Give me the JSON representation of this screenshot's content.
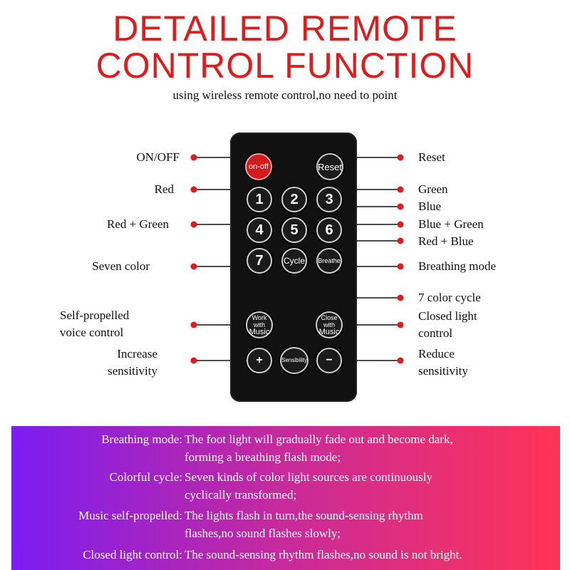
{
  "header": {
    "title_line1": "DETAILED REMOTE",
    "title_line2": "CONTROL FUNCTION",
    "subtitle": "using wireless remote control,no need to point"
  },
  "remote": {
    "buttons": {
      "on_off": "on-off",
      "reset": "Reset",
      "b1": "1",
      "b2": "2",
      "b3": "3",
      "b4": "4",
      "b5": "5",
      "b6": "6",
      "b7": "7",
      "cycle": "Cycle",
      "breathe": "Breathe",
      "work_line1": "Work with",
      "work_line2": "Music",
      "close_line1": "Close with",
      "close_line2": "Music",
      "plus": "+",
      "sensibility": "Sensibility",
      "minus": "−"
    }
  },
  "labels": {
    "on_off": "ON/OFF",
    "red": "Red",
    "red_green": "Red + Green",
    "seven_color": "Seven color",
    "self_line1": "Self-propelled",
    "self_line2": "voice control",
    "inc_line1": "Increase",
    "inc_line2": "sensitivity",
    "reset": "Reset",
    "green": "Green",
    "blue": "Blue",
    "blue_green": "Blue + Green",
    "red_blue": "Red + Blue",
    "breathing": "Breathing mode",
    "cycle7": "7 color cycle",
    "closed_line1": "Closed light",
    "closed_line2": "control",
    "red_line1": "Reduce",
    "red_line2": "sensitivity"
  },
  "colors": {
    "accent": "#e01b1b",
    "connector": "#e01b1b"
  },
  "info": [
    {
      "key": "Breathing mode:",
      "line1": "The foot light will gradually fade out and become dark,",
      "line2": "forming a breathing flash mode;"
    },
    {
      "key": "Colorful cycle:",
      "line1": "Seven kinds of color light sources are continuously",
      "line2": "cyclically transformed;"
    },
    {
      "key": "Music self-propelled:",
      "line1": "The lights flash in turn,the sound-sensing rhythm",
      "line2": "flashes,no sound flashes slowly;"
    },
    {
      "key": "Closed light control:",
      "line1": "The sound-sensing rhythm flashes,no sound is not bright.",
      "line2": ""
    }
  ]
}
